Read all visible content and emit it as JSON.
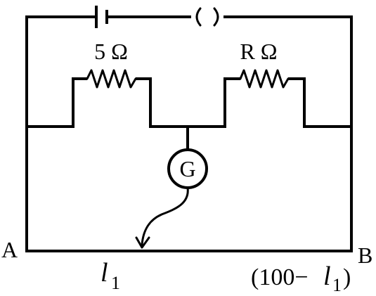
{
  "diagram": {
    "type": "meter-bridge-circuit",
    "labels": {
      "resistor_left": "5 Ω",
      "resistor_right": "R Ω",
      "galvanometer": "G",
      "end_left": "A",
      "end_right": "B",
      "length_left_symbol": "l",
      "length_left_sub": "1",
      "length_right_open": "(100−",
      "length_right_symbol": "l",
      "length_right_sub": "1",
      "length_right_close": ")"
    },
    "components": [
      "battery",
      "key",
      "resistor-left",
      "resistor-right",
      "galvanometer",
      "jockey",
      "bridge-wire"
    ]
  }
}
